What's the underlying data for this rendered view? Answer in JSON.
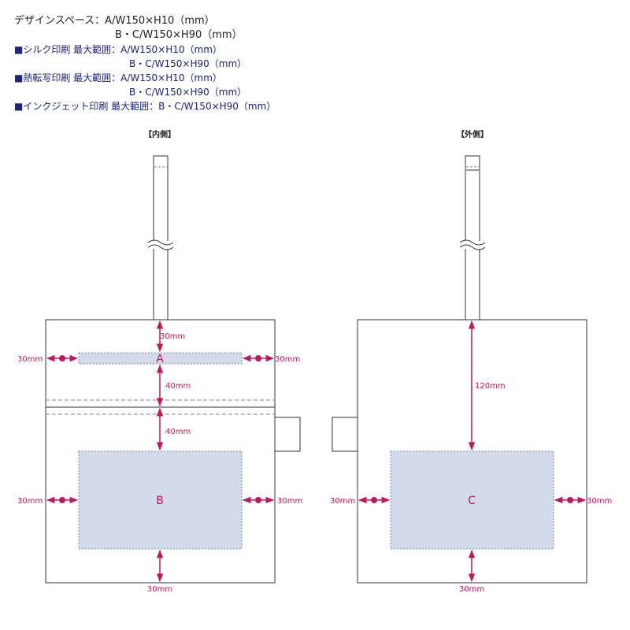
{
  "spec": {
    "design_space": "デザインスペース：A/W150×H10（mm）",
    "design_space_2": "B・C/W150×H90（mm）",
    "silk_label": "■シルク印刷 最大範囲：A/W150×H10（mm）",
    "silk_2": "B・C/W150×H90（mm）",
    "thermal_label": "■熱転写印刷 最大範囲：A/W150×H10（mm）",
    "thermal_2": "B・C/W150×H90（mm）",
    "inkjet_label": "■インクジェット印刷 最大範囲：B・C/W150×H90（mm）"
  },
  "inner": {
    "title": "【内側】",
    "area_a": "A",
    "area_b": "B",
    "dim_top": "30mm",
    "dim_left_a": "30mm",
    "dim_right_a": "30mm",
    "dim_mid1": "40mm",
    "dim_mid2": "40mm",
    "dim_left_b": "30mm",
    "dim_right_b": "30mm",
    "dim_bottom": "30mm"
  },
  "outer": {
    "title": "【外側】",
    "area_c": "C",
    "dim_top": "120mm",
    "dim_left": "30mm",
    "dim_right": "30mm",
    "dim_bottom": "30mm"
  },
  "colors": {
    "dimension": "#c2185b",
    "print_area": "#d3dbeb",
    "navy": "#1a237e"
  }
}
